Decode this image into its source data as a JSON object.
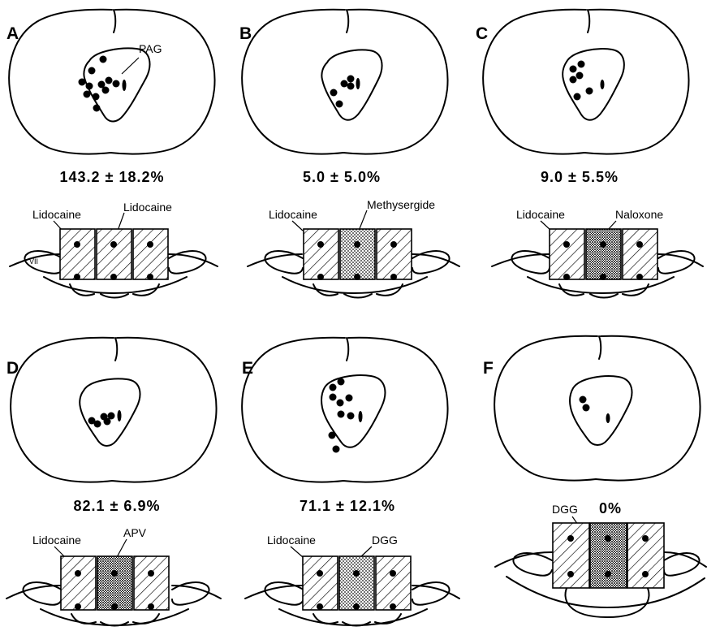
{
  "figure": {
    "brain_label": "PAG",
    "nerve_label": "VII",
    "panels": [
      {
        "letter": "A",
        "percent": "143.2 ± 18.2%",
        "labels": [
          "Lidocaine",
          "Lidocaine"
        ],
        "infusion": [
          "Lidocaine",
          "Lidocaine",
          "Lidocaine"
        ]
      },
      {
        "letter": "B",
        "percent": "5.0 ± 5.0%",
        "labels": [
          "Lidocaine",
          "Methysergide"
        ],
        "infusion": [
          "Lidocaine",
          "Methysergide",
          "Lidocaine"
        ]
      },
      {
        "letter": "C",
        "percent": "9.0 ± 5.5%",
        "labels": [
          "Lidocaine",
          "Naloxone"
        ],
        "infusion": [
          "Lidocaine",
          "Naloxone",
          "Lidocaine"
        ]
      },
      {
        "letter": "D",
        "percent": "82.1 ± 6.9%",
        "labels": [
          "Lidocaine",
          "APV"
        ],
        "infusion": [
          "Lidocaine",
          "APV",
          "Lidocaine"
        ]
      },
      {
        "letter": "E",
        "percent": "71.1 ± 12.1%",
        "labels": [
          "Lidocaine",
          "DGG"
        ],
        "infusion": [
          "Lidocaine",
          "DGG",
          "Lidocaine"
        ]
      },
      {
        "letter": "F",
        "percent": "0%",
        "labels": [
          "DGG"
        ],
        "infusion": [
          "Lidocaine",
          "DGG",
          "Lidocaine"
        ]
      }
    ]
  }
}
